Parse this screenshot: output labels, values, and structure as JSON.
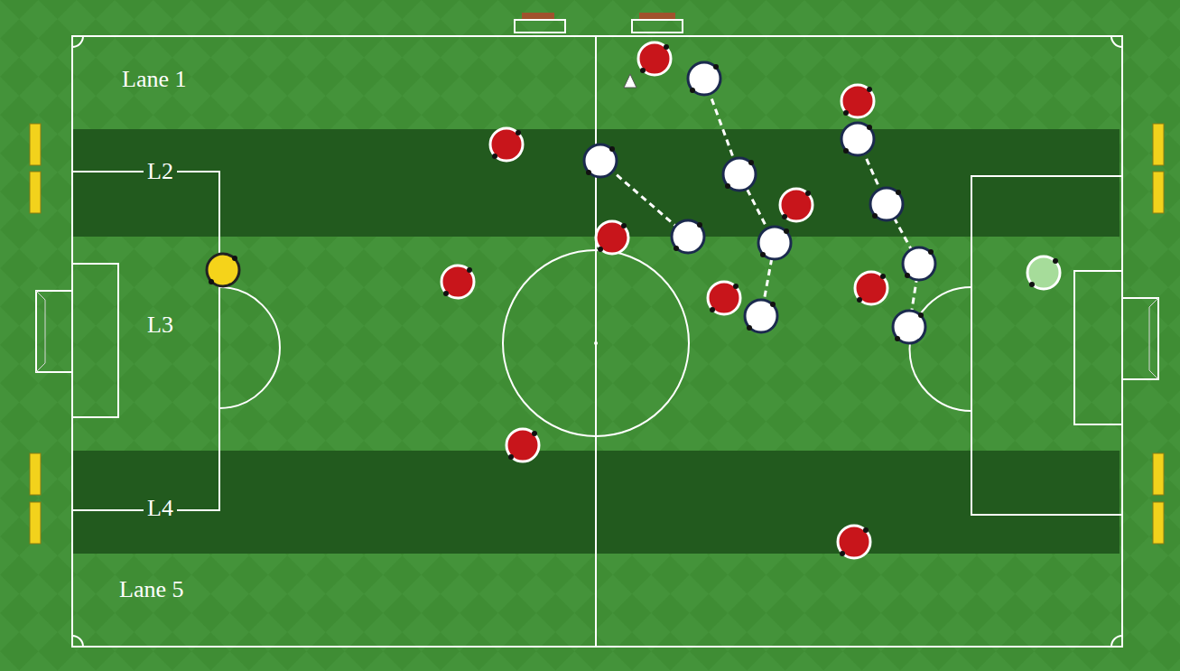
{
  "diagram": {
    "nodes": [
      {
        "text": [
          "L2"
        ]
      },
      {
        "text": [
          "L4"
        ]
      }
    ],
    "labels": [
      "Lane 1",
      "L3",
      "Lane 5"
    ]
  }
}
